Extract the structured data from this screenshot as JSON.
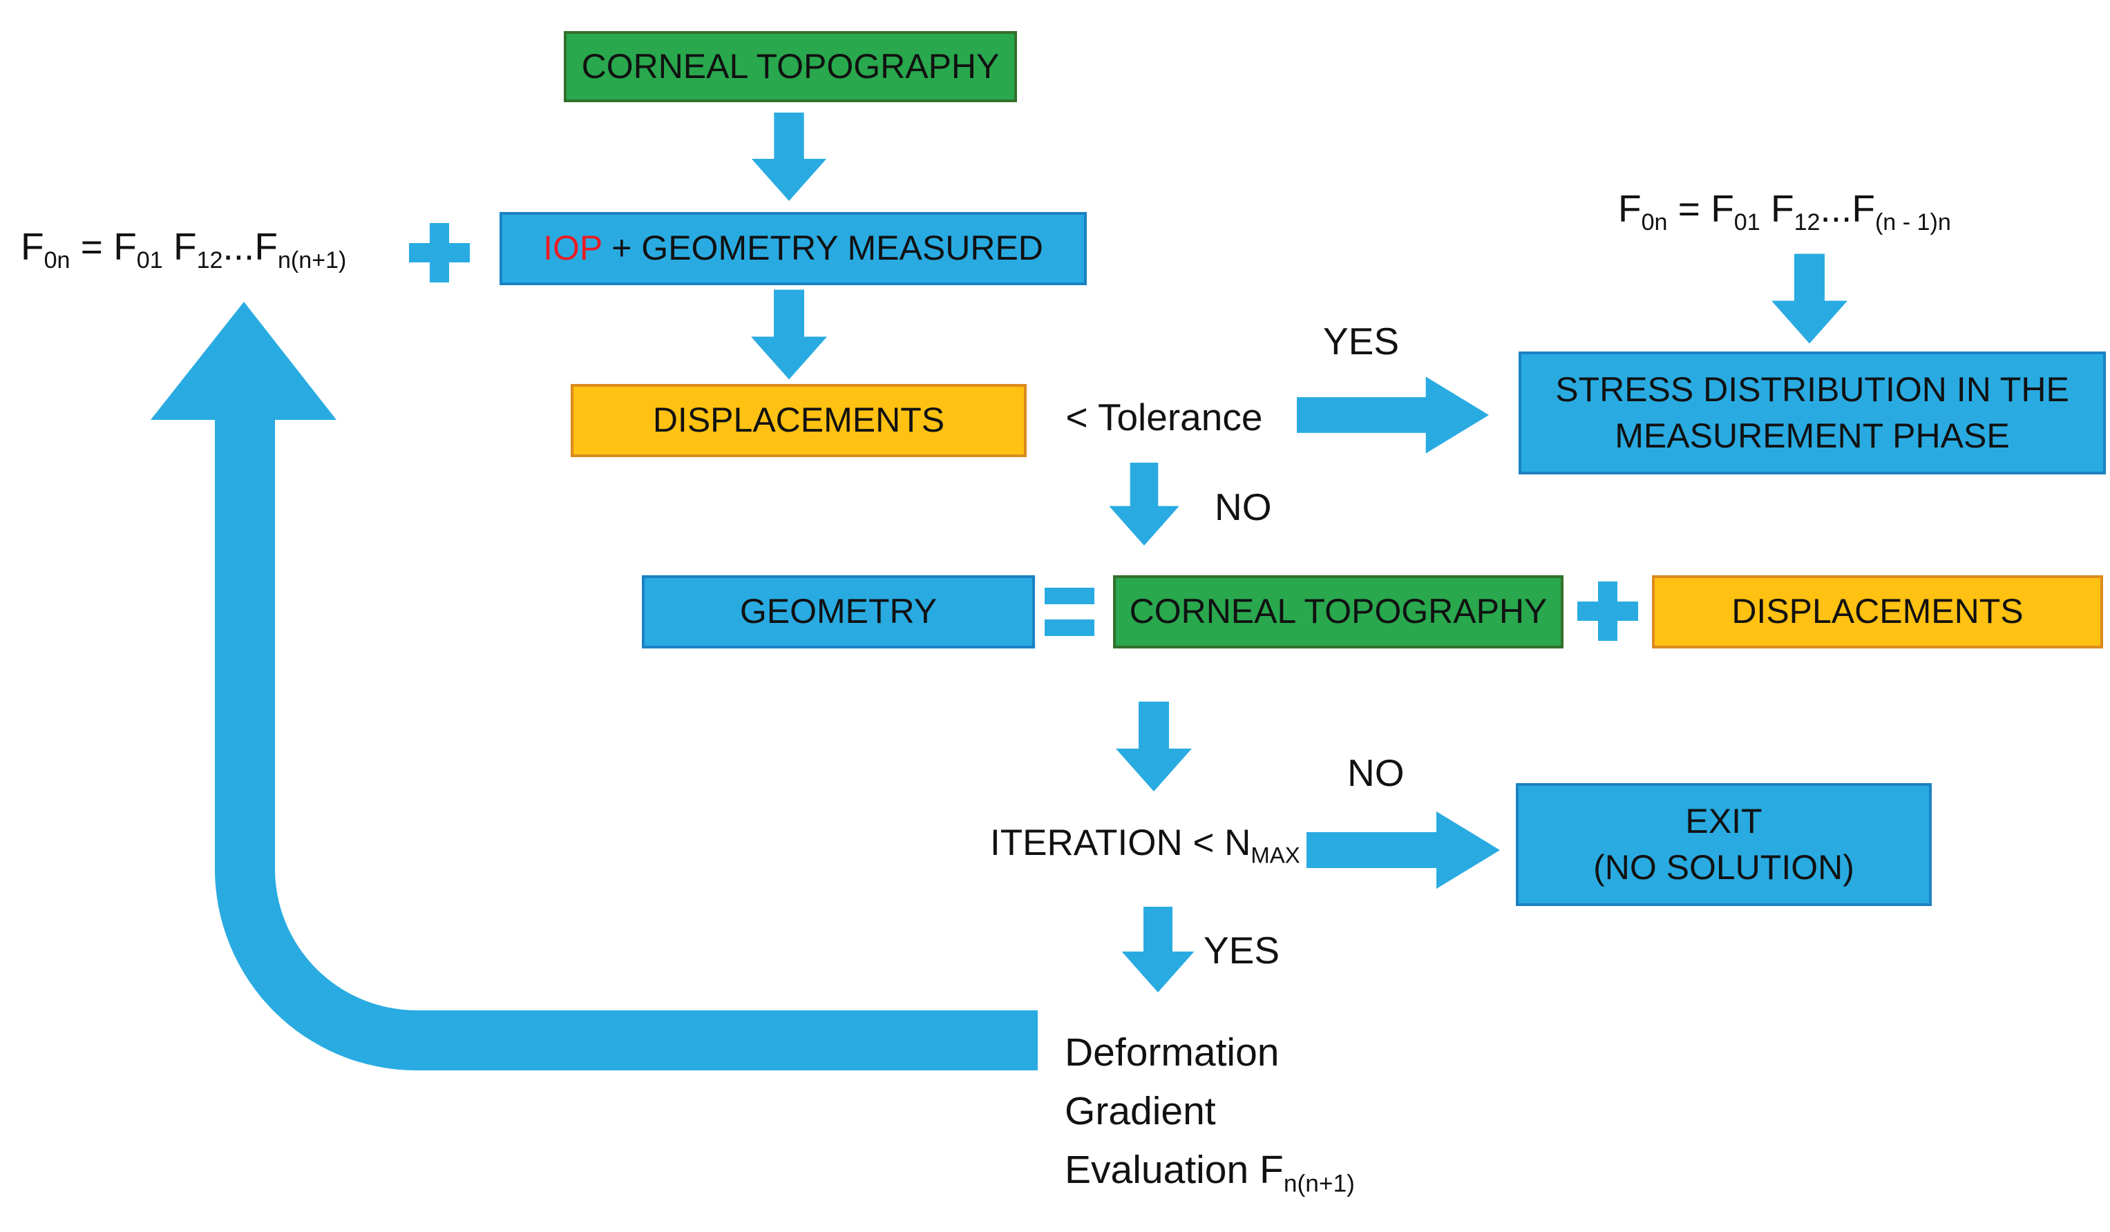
{
  "diagram": {
    "title": "Iterative corneal stress identification flowchart",
    "background": "#ffffff",
    "colors": {
      "box_blue": "#29ABE2",
      "box_blue_border": "#1B82C4",
      "box_green": "#29A84E",
      "box_green_border": "#33702B",
      "box_orange": "#FFC112",
      "box_orange_border": "#DB8B1E",
      "arrow_blue": "#29ABE2",
      "iop_red": "#EC1C24",
      "text": "#111111"
    },
    "icons": {
      "plus_icon": "plus",
      "equals_icon": "equals",
      "down_arrow_icon": "down-block-arrow",
      "right_arrow_icon": "right-block-arrow",
      "loop_arrow_icon": "up-loop-block-arrow"
    },
    "nodes": {
      "corneal_top": "CORNEAL TOPOGRAPHY",
      "iop_red": "IOP",
      "iop_rest": " + GEOMETRY MEASURED",
      "displacements_top": "DISPLACEMENTS",
      "stress_line1": "STRESS DISTRIBUTION IN THE",
      "stress_line2": "MEASUREMENT PHASE",
      "geometry": "GEOMETRY",
      "corneal_mid": "CORNEAL TOPOGRAPHY",
      "displacements_mid": "DISPLACEMENTS",
      "exit_line1": "EXIT",
      "exit_line2": "(NO SOLUTION)"
    },
    "labels": {
      "tolerance": "< Tolerance",
      "yes_top": "YES",
      "no_top": "NO",
      "no_bottom": "NO",
      "yes_bottom": "YES",
      "iteration_main": "ITERATION < N",
      "iteration_sub": "MAX",
      "deformation_line1": "Deformation",
      "deformation_line2": "Gradient",
      "deformation_line3_main": "Evaluation F",
      "deformation_line3_sub": "n(n+1)"
    },
    "formula_left": {
      "f1": "F",
      "sub1": "0n",
      "mid1": " = F",
      "sub2": "01",
      "mid2": " F",
      "sub3": "12",
      "mid3": "...F",
      "sub4": "n(n+1)"
    },
    "formula_right": {
      "f1": "F",
      "sub1": "0n",
      "mid1": " = F",
      "sub2": "01",
      "mid2": " F",
      "sub3": "12",
      "mid3": "...F",
      "sub4": "(n - 1)n"
    }
  }
}
